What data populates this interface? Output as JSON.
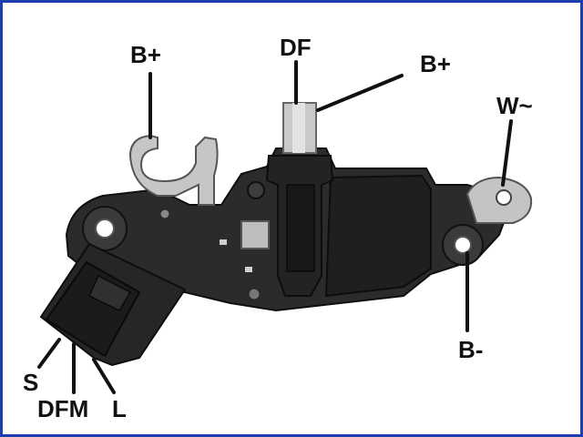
{
  "colors": {
    "border": "#1f3fb0",
    "body": "#2b2b2b",
    "body_dark": "#161616",
    "metal": "#c9c9c9",
    "leader": "#111111"
  },
  "labels": {
    "b_plus_left": "B+",
    "df": "DF",
    "b_plus_right": "B+",
    "w": "W~",
    "b_minus": "B-",
    "s": "S",
    "dfm": "DFM",
    "l": "L"
  }
}
